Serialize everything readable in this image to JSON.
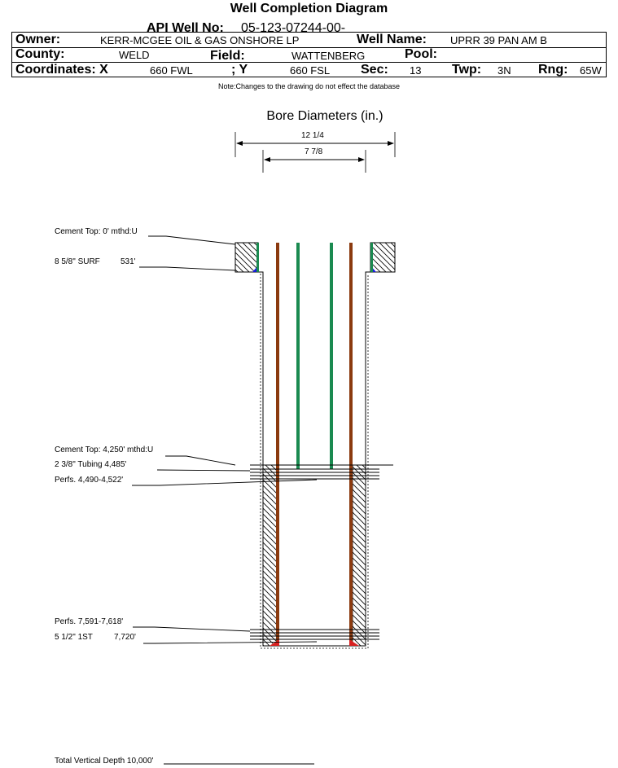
{
  "header": {
    "title": "Well Completion Diagram",
    "api_label": "API Well No:",
    "api_value": "05-123-07244-00-",
    "owner_label": "Owner:",
    "owner_value": "KERR-MCGEE OIL & GAS ONSHORE LP",
    "well_name_label": "Well Name:",
    "well_name_value": "UPRR 39 PAN AM B",
    "county_label": "County:",
    "county_value": "WELD",
    "field_label": "Field:",
    "field_value": "WATTENBERG",
    "pool_label": "Pool:",
    "pool_value": "",
    "coord_x_label": "Coordinates: X",
    "coord_x_value": "660 FWL",
    "coord_y_label": "; Y",
    "coord_y_value": "660 FSL",
    "sec_label": "Sec:",
    "sec_value": "13",
    "twp_label": "Twp:",
    "twp_value": "3N",
    "rng_label": "Rng:",
    "rng_value": "65W"
  },
  "note": "Note:Changes to the drawing do not effect the database",
  "bore": {
    "title": "Bore Diameters (in.)",
    "outer": "12 1/4",
    "inner": "7 7/8"
  },
  "labels": {
    "cement_top_surface": "Cement Top: 0' mthd:U",
    "surface_casing": "8 5/8\" SURF",
    "surface_depth": "531'",
    "cement_top_prod": "Cement Top: 4,250' mthd:U",
    "tubing": "2 3/8\" Tubing 4,485'",
    "perfs_upper": "Perfs. 4,490-4,522'",
    "perfs_lower": "Perfs. 7,591-7,618'",
    "prod_casing": "5 1/2\" 1ST",
    "prod_depth": "7,720'",
    "tvd": "Total Vertical Depth 10,000'"
  },
  "colors": {
    "casing": "#8b3a0f",
    "tubing": "#1a8a50",
    "cement_shoe": "#d82020",
    "surface_shoe": "#1a1adb"
  }
}
